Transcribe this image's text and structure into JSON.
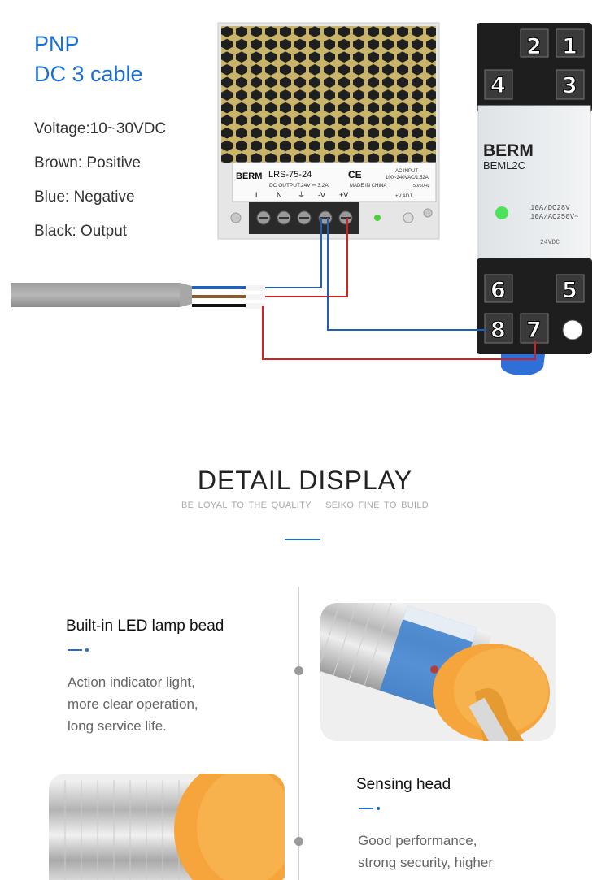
{
  "top": {
    "title_line1": "PNP",
    "title_line2": "DC 3 cable",
    "specs": [
      "Voltage:10~30VDC",
      "Brown: Positive",
      "Blue: Negative",
      "Black: Output"
    ]
  },
  "power_supply": {
    "brand": "BERM",
    "model": "LRS-75-24",
    "ce": "CE",
    "output": "DC OUTPUT:24V ⎓ 3.2A",
    "ac_input_title": "AC INPUT",
    "ac_input": "100~240VAC/1.52A",
    "made_in": "MADE IN CHINA",
    "freq": "50/60Hz",
    "terminals": [
      "L",
      "N",
      "⏚",
      "-V",
      "+V"
    ],
    "adj": "+V ADJ"
  },
  "relay": {
    "brand": "BERM",
    "model": "BEML2C",
    "rating1": "10A/DC28V",
    "rating2": "10A/AC250V~",
    "coil": "24VDC",
    "pins_top": [
      "2",
      "1",
      "4",
      "3"
    ],
    "pins_bottom": [
      "6",
      "5",
      "8",
      "7"
    ]
  },
  "detail": {
    "title": "DETAIL DISPLAY",
    "sub1": "BE LOYAL TO THE QUALITY",
    "sub2": "SEIKO FINE TO BUILD"
  },
  "features": [
    {
      "title": "Built-in LED lamp bead",
      "lines": [
        "Action indicator light,",
        "more clear operation,",
        "long service life."
      ]
    },
    {
      "title": "Sensing head",
      "lines": [
        "Good performance,",
        "strong security, higher"
      ]
    }
  ],
  "colors": {
    "accent": "#1a6fd4",
    "wire_brown": "#8b5a2b",
    "wire_blue": "#1f5fb5",
    "wire_red": "#d62020",
    "sensor_orange": "#f6a53c"
  }
}
